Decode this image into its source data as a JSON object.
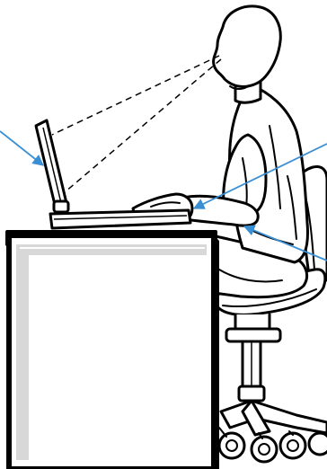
{
  "illustration": {
    "subject": "ergonomic-laptop-posture",
    "ink_color": "#000000",
    "paper_color": "#ffffff",
    "desk_shade_color": "#d8d8d8",
    "callout_color": "#3a8fd4"
  },
  "callouts": [
    {
      "name": "screen-callout",
      "icon": "arrow-pointer"
    },
    {
      "name": "wrist-callout",
      "icon": "arrow-pointer"
    },
    {
      "name": "elbow-callout",
      "icon": "arrow-pointer"
    }
  ]
}
